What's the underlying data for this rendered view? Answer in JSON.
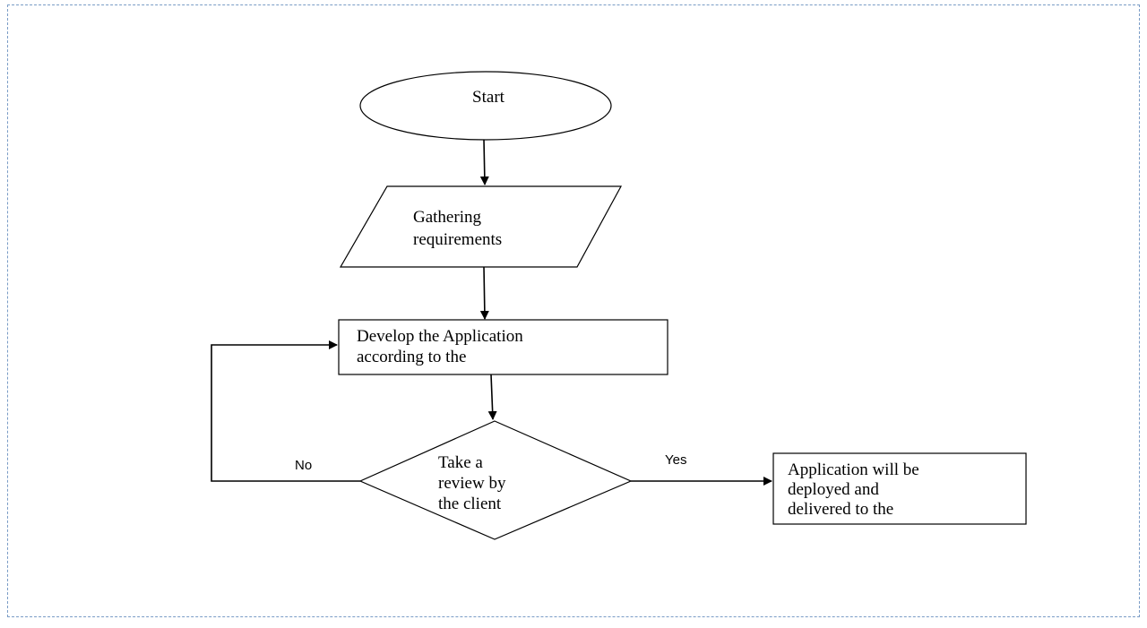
{
  "nodes": {
    "start": {
      "label": "Start"
    },
    "gather": {
      "lines": [
        "Gathering",
        "requirements"
      ]
    },
    "develop": {
      "lines": [
        "Develop the Application",
        "according to the"
      ]
    },
    "review": {
      "lines": [
        "Take a",
        "review by",
        "the client"
      ]
    },
    "deploy": {
      "lines": [
        "Application will be",
        "deployed and",
        "delivered to the"
      ]
    }
  },
  "edges": {
    "no_label": "No",
    "yes_label": "Yes"
  },
  "colors": {
    "frame_border": "#7a9cc6",
    "stroke": "#000000"
  }
}
